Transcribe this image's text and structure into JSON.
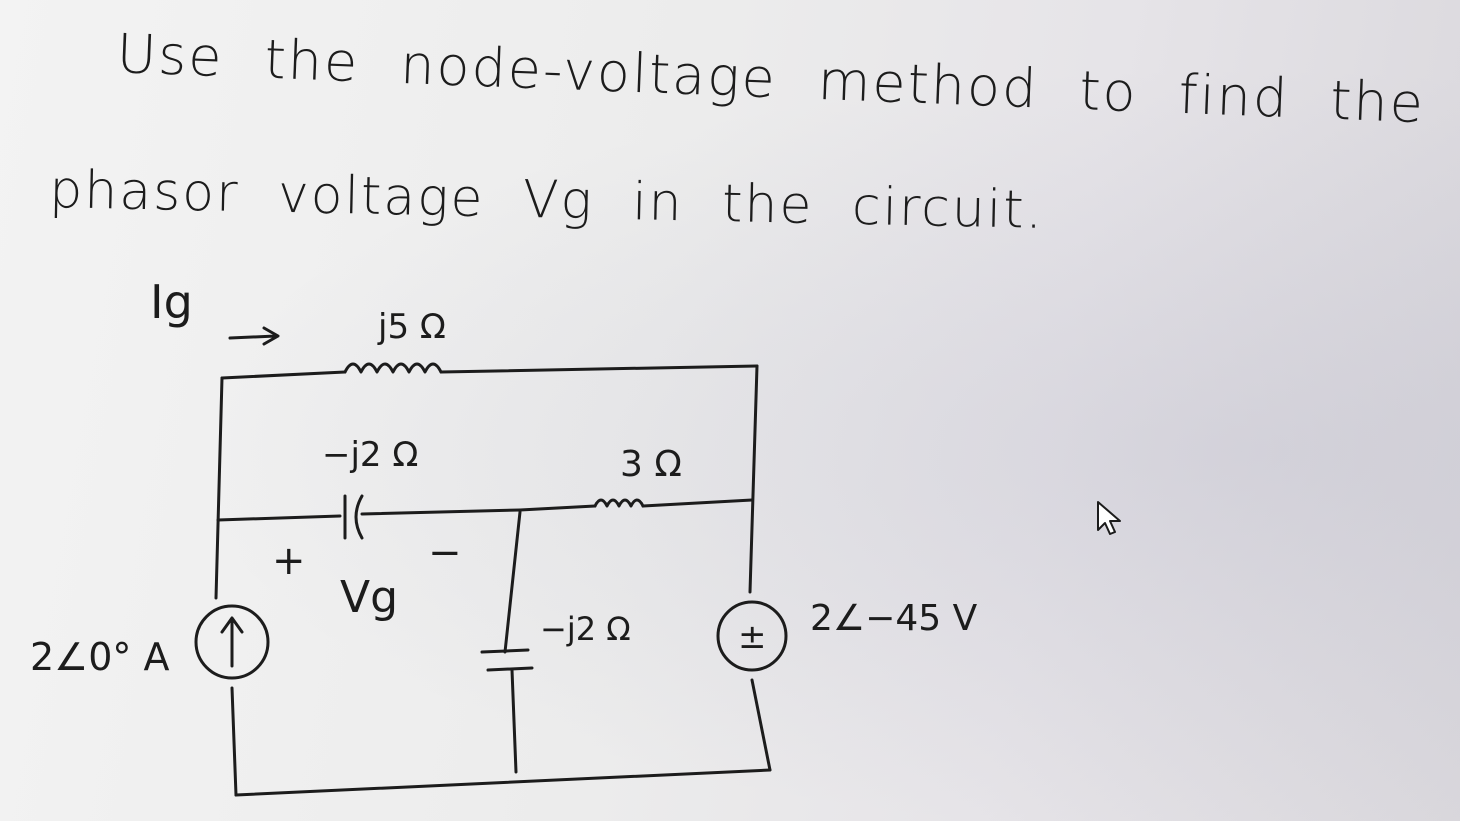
{
  "problem": {
    "line1": "Use the node-voltage method to find the",
    "line2": "phasor voltage Vg in the circuit."
  },
  "circuit": {
    "ig_label": "Ig",
    "inductor_label": "j5 Ω",
    "capacitor1_label": "−j2 Ω",
    "resistor_label": "3 Ω",
    "capacitor2_label": "−j2 Ω",
    "current_source_label": "2∠0° A",
    "voltage_source_label": "2∠−45 V",
    "vg_plus": "+",
    "vg_minus": "−",
    "vg_label": "Vg",
    "source_plus_minus": "±",
    "current_arrow": "↑"
  },
  "colors": {
    "ink": "#1c1c1c",
    "background": "#ececec"
  }
}
